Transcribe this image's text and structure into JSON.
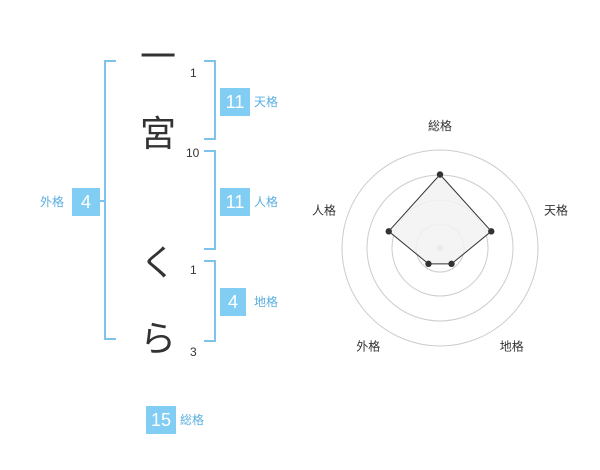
{
  "name": {
    "chars": [
      "一",
      "宮",
      "く",
      "ら"
    ],
    "strokes": [
      "1",
      "10",
      "1",
      "3"
    ]
  },
  "scores": {
    "tenkaku": {
      "value": "11",
      "label": "天格"
    },
    "jinkaku": {
      "value": "11",
      "label": "人格"
    },
    "chikaku": {
      "value": "4",
      "label": "地格"
    },
    "gaikaku": {
      "value": "4",
      "label": "外格"
    },
    "soukaku": {
      "value": "15",
      "label": "総格"
    }
  },
  "chart_data": {
    "type": "radar",
    "axes": [
      "総格",
      "天格",
      "地格",
      "外格",
      "人格"
    ],
    "values": [
      15,
      11,
      4,
      4,
      11
    ],
    "rings": 4,
    "colors": {
      "line": "#333333",
      "fill": "#f2f2f2",
      "grid": "#cccccc",
      "center": "#bbbbbb"
    }
  }
}
